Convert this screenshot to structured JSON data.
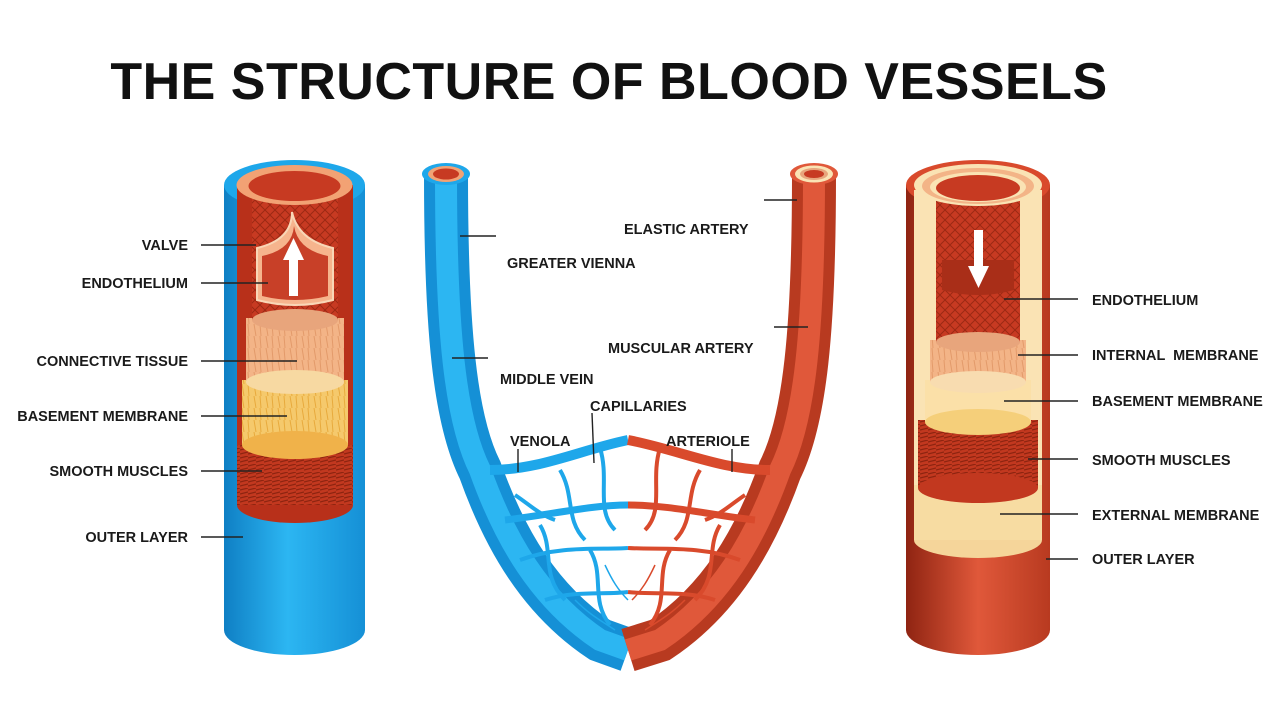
{
  "title": "THE STRUCTURE OF BLOOD VESSELS",
  "colors": {
    "vein_blue": "#1ea7ea",
    "vein_blue_dark": "#0f7fc4",
    "artery_red": "#d94a2c",
    "artery_red_dark": "#a92e18",
    "inner_red": "#c73a22",
    "connective": "#f3b487",
    "basement": "#f5cf7a",
    "cream": "#fae3b4"
  },
  "vein": {
    "labels": {
      "valve": "VALVE",
      "endothelium": "ENDOTHELIUM",
      "connective_tissue": "CONNECTIVE TISSUE",
      "basement_membrane": "BASEMENT MEMBRANE",
      "smooth_muscles": "SMOOTH MUSCLES",
      "outer_layer": "OUTER LAYER"
    },
    "flow_icon": "arrow-up-icon"
  },
  "network": {
    "labels": {
      "greater_vienna": "GREATER VIENNA",
      "middle_vein": "MIDDLE VEIN",
      "venola": "VENOLA",
      "capillaries": "CAPILLARIES",
      "arteriole": "ARTERIOLE",
      "muscular_artery": "MUSCULAR ARTERY",
      "elastic_artery": "ELASTIC ARTERY"
    }
  },
  "artery": {
    "labels": {
      "endothelium": "ENDOTHELIUM",
      "internal_membrane": "INTERNAL  MEMBRANE",
      "basement_membrane": "BASEMENT MEMBRANE",
      "smooth_muscles": "SMOOTH MUSCLES",
      "external_membrane": "EXTERNAL MEMBRANE",
      "outer_layer": "OUTER LAYER"
    },
    "flow_icon": "arrow-down-icon"
  }
}
